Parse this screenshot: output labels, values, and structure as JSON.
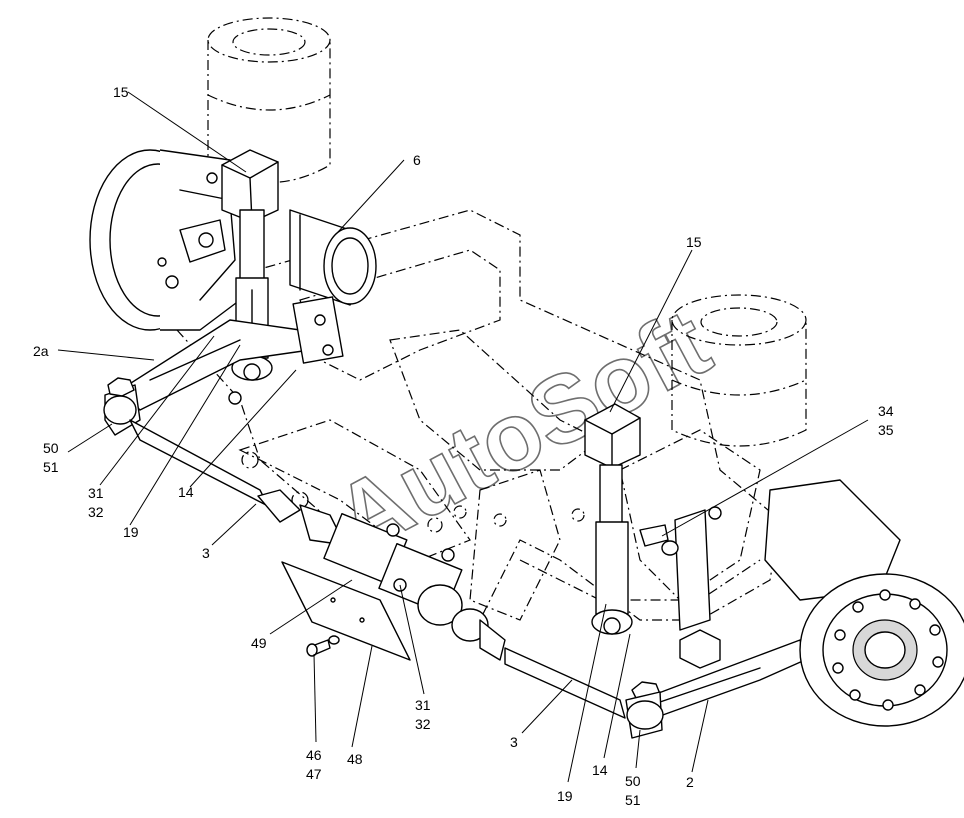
{
  "watermark": "AutoSoft",
  "callouts": [
    {
      "id": "15-left",
      "lines": [
        "15"
      ]
    },
    {
      "id": "6",
      "lines": [
        "6"
      ]
    },
    {
      "id": "15-right",
      "lines": [
        "15"
      ]
    },
    {
      "id": "2a",
      "lines": [
        "2a"
      ]
    },
    {
      "id": "34-35",
      "lines": [
        "34",
        "35"
      ]
    },
    {
      "id": "50-51-left",
      "lines": [
        "50",
        "51"
      ]
    },
    {
      "id": "31-32-left",
      "lines": [
        "31",
        "32"
      ]
    },
    {
      "id": "19-left",
      "lines": [
        "19"
      ]
    },
    {
      "id": "14-left",
      "lines": [
        "14"
      ]
    },
    {
      "id": "3-left",
      "lines": [
        "3"
      ]
    },
    {
      "id": "49",
      "lines": [
        "49"
      ]
    },
    {
      "id": "31-32-center",
      "lines": [
        "31",
        "32"
      ]
    },
    {
      "id": "46-47",
      "lines": [
        "46",
        "47"
      ]
    },
    {
      "id": "48",
      "lines": [
        "48"
      ]
    },
    {
      "id": "3-center",
      "lines": [
        "3"
      ]
    },
    {
      "id": "19-right",
      "lines": [
        "19"
      ]
    },
    {
      "id": "14-right",
      "lines": [
        "14"
      ]
    },
    {
      "id": "50-51-right",
      "lines": [
        "50",
        "51"
      ]
    },
    {
      "id": "2",
      "lines": [
        "2"
      ]
    }
  ]
}
